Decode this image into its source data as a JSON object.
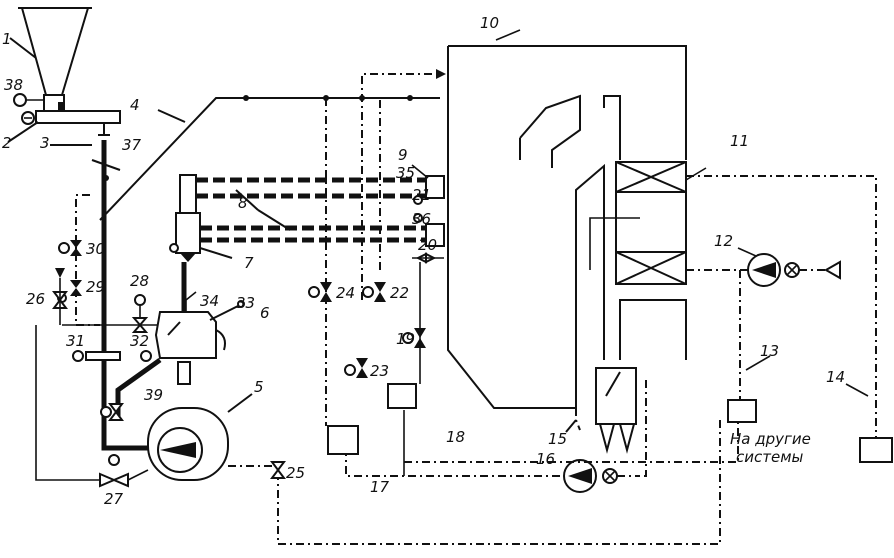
{
  "labels": {
    "n1": "1",
    "n2": "2",
    "n3": "3",
    "n4": "4",
    "n5": "5",
    "n6": "6",
    "n7": "7",
    "n8": "8",
    "n9": "9",
    "n10": "10",
    "n11": "11",
    "n12": "12",
    "n13": "13",
    "n14": "14",
    "n15": "15",
    "n16": "16",
    "n17": "17",
    "n18": "18",
    "n19": "19",
    "n20": "20",
    "n21": "21",
    "n22": "22",
    "n23": "23",
    "n24": "24",
    "n25": "25",
    "n26": "26",
    "n27": "27",
    "n28": "28",
    "n29": "29",
    "n30": "30",
    "n31": "31",
    "n32": "32",
    "n33": "33",
    "n34": "34",
    "n35": "35",
    "n36": "36",
    "n37": "37",
    "n38": "38",
    "n39": "39"
  },
  "note": {
    "line1": "На другие",
    "line2": "системы"
  },
  "icons": [
    "valve-icon",
    "gauge-icon",
    "fan-icon",
    "pump-icon",
    "heat-exchanger-icon"
  ]
}
